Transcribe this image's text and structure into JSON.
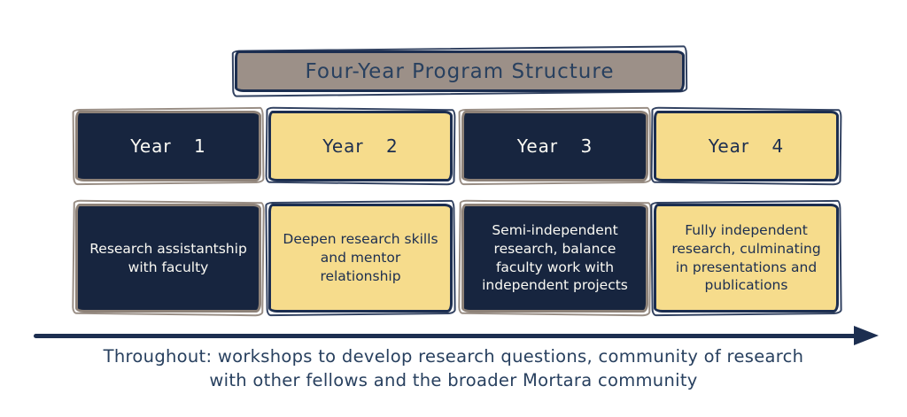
{
  "title": "Four-Year Program Structure",
  "colors": {
    "navy_fill": "#17253f",
    "yellow_fill": "#f6dc8c",
    "title_fill": "#9c9088",
    "ink_navy": "#1c2e50",
    "note_text": "#28405f",
    "white_text": "#fbfaf4"
  },
  "columns": [
    {
      "year_label": "Year 1",
      "description": "Research assistantship with faculty",
      "theme": "navy"
    },
    {
      "year_label": "Year 2",
      "description": "Deepen research skills and mentor relationship",
      "theme": "yellow"
    },
    {
      "year_label": "Year 3",
      "description": "Semi-independent research, balance faculty work with independent projects",
      "theme": "navy"
    },
    {
      "year_label": "Year 4",
      "description": "Fully independent research, culminating in presentations and publications",
      "theme": "yellow"
    }
  ],
  "timeline": {
    "note_line1": "Throughout: workshops to develop research questions, community of research",
    "note_line2": "with other fellows and the broader Mortara community"
  }
}
